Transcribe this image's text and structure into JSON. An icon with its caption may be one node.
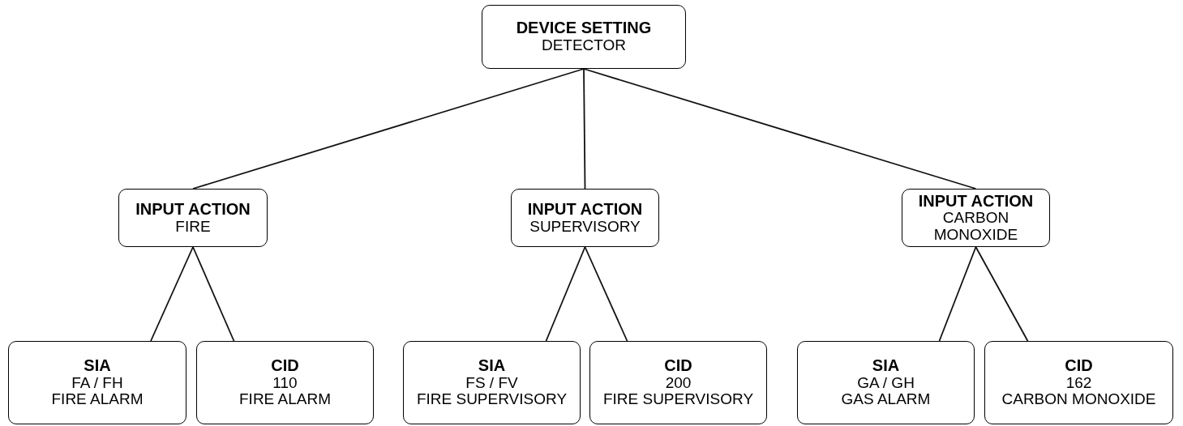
{
  "diagram": {
    "nodes": [
      {
        "text": [
          "DEVICE SETTING",
          "DETECTOR"
        ]
      },
      {
        "text": [
          "INPUT ACTION",
          "FIRE"
        ]
      },
      {
        "text": [
          "INPUT ACTION",
          "SUPERVISORY"
        ]
      },
      {
        "text": [
          "INPUT ACTION",
          "CARBON MONOXIDE"
        ]
      },
      {
        "text": [
          "SIA",
          "FA / FH",
          "FIRE ALARM"
        ]
      },
      {
        "text": [
          "CID",
          "110",
          "FIRE ALARM"
        ]
      },
      {
        "text": [
          "SIA",
          "FS / FV",
          "FIRE SUPERVISORY"
        ]
      },
      {
        "text": [
          "CID",
          "200",
          "FIRE SUPERVISORY"
        ]
      },
      {
        "text": [
          "SIA",
          "GA / GH",
          "GAS ALARM"
        ]
      },
      {
        "text": [
          "CID",
          "162",
          "CARBON MONOXIDE"
        ]
      }
    ],
    "edges": [
      {
        "from": 0,
        "to": 1,
        "arrow": "none"
      },
      {
        "from": 0,
        "to": 2,
        "arrow": "none"
      },
      {
        "from": 0,
        "to": 3,
        "arrow": "none"
      },
      {
        "from": 1,
        "to": 4,
        "arrow": "none"
      },
      {
        "from": 1,
        "to": 5,
        "arrow": "none"
      },
      {
        "from": 2,
        "to": 6,
        "arrow": "none"
      },
      {
        "from": 2,
        "to": 7,
        "arrow": "none"
      },
      {
        "from": 3,
        "to": 8,
        "arrow": "none"
      },
      {
        "from": 3,
        "to": 9,
        "arrow": "none"
      }
    ]
  }
}
